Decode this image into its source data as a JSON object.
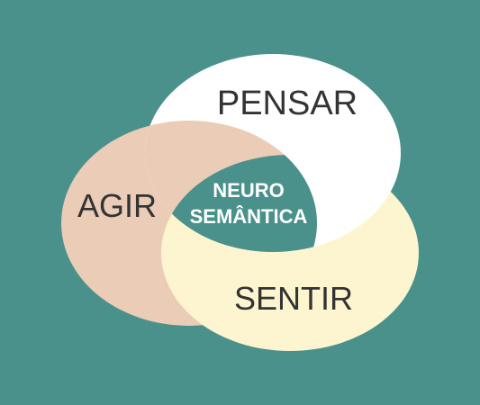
{
  "diagram": {
    "background_color": "#4a918b",
    "circles": [
      {
        "id": "pensar",
        "label": "PENSAR",
        "fill": "#ffffff"
      },
      {
        "id": "agir",
        "label": "AGIR",
        "fill": "#eaccb7"
      },
      {
        "id": "sentir",
        "label": "SENTIR",
        "fill": "#fdf5cf"
      }
    ],
    "center": {
      "line1": "NEURO",
      "line2": "SEMÂNTICA",
      "fill": "#4a918b",
      "text_color": "#ffffff"
    },
    "label_color": "#333333"
  }
}
